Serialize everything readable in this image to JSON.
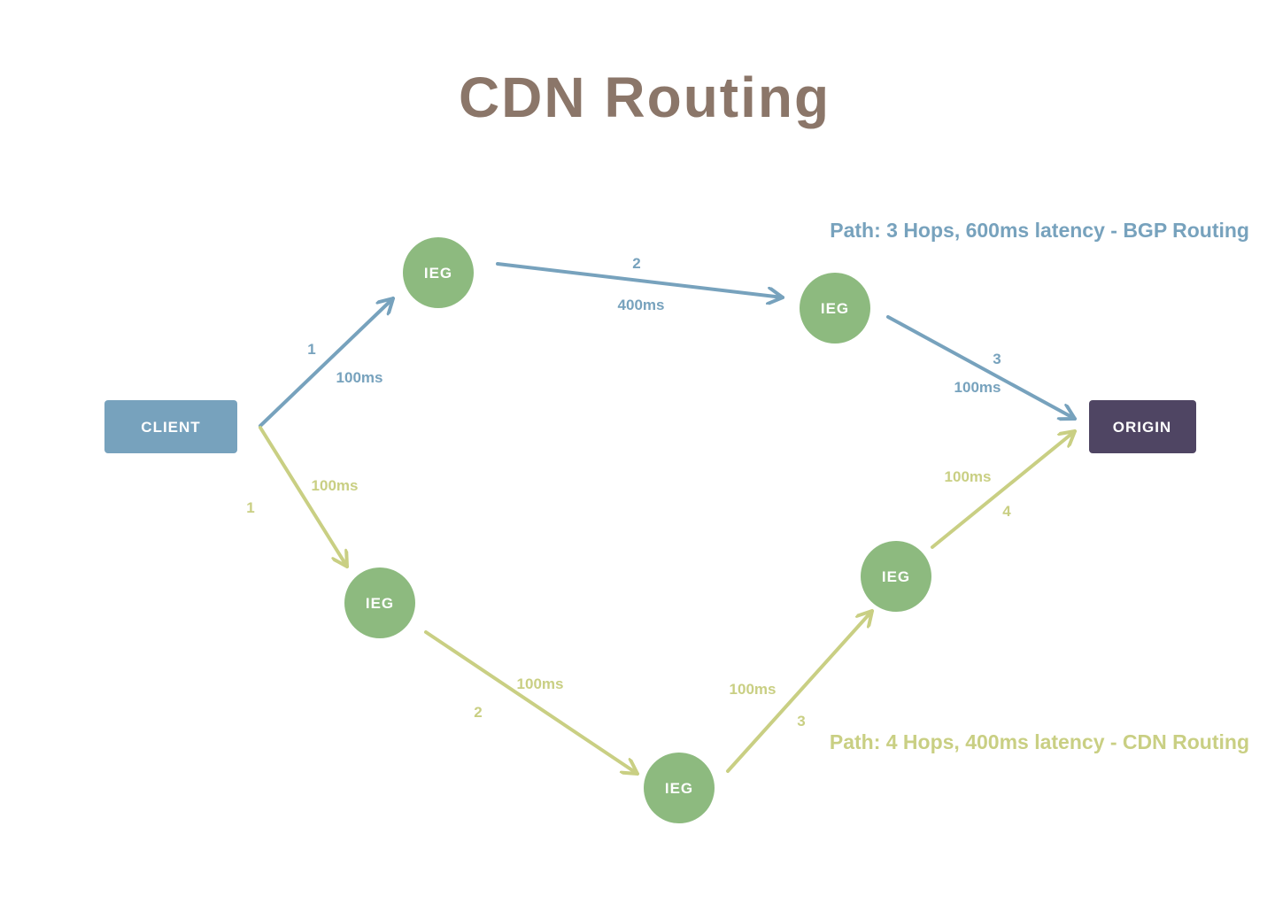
{
  "title": "CDN Routing",
  "colors": {
    "bgp": "#77a2bd",
    "cdn": "#c9cf83",
    "ieg": "#8dba7f",
    "client": "#77a2bd",
    "origin": "#4f4563",
    "title": "#8b7669"
  },
  "nodes": {
    "client": "CLIENT",
    "origin": "ORIGIN",
    "ieg": "IEG"
  },
  "bgp": {
    "summary": "Path: 3 Hops, 600ms latency - BGP Routing",
    "hops": [
      {
        "step": "1",
        "latency": "100ms"
      },
      {
        "step": "2",
        "latency": "400ms"
      },
      {
        "step": "3",
        "latency": "100ms"
      }
    ]
  },
  "cdn": {
    "summary": "Path: 4 Hops, 400ms latency - CDN Routing",
    "hops": [
      {
        "step": "1",
        "latency": "100ms"
      },
      {
        "step": "2",
        "latency": "100ms"
      },
      {
        "step": "3",
        "latency": "100ms"
      },
      {
        "step": "4",
        "latency": "100ms"
      }
    ]
  }
}
